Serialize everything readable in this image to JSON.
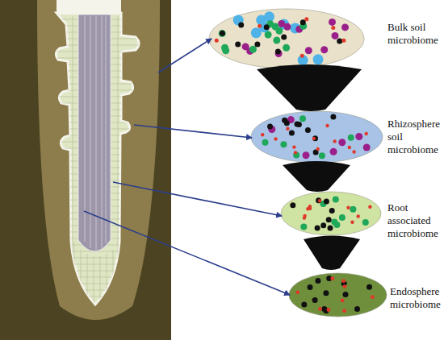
{
  "diagram": {
    "nodes": [
      {
        "text": [
          "Bulk soil microbiome"
        ]
      },
      {
        "text": [
          "Rhizosphere soil microbiome"
        ]
      },
      {
        "text": [
          "Root associated microbiome"
        ]
      },
      {
        "text": [
          "Endosphere microbiome"
        ]
      }
    ]
  }
}
